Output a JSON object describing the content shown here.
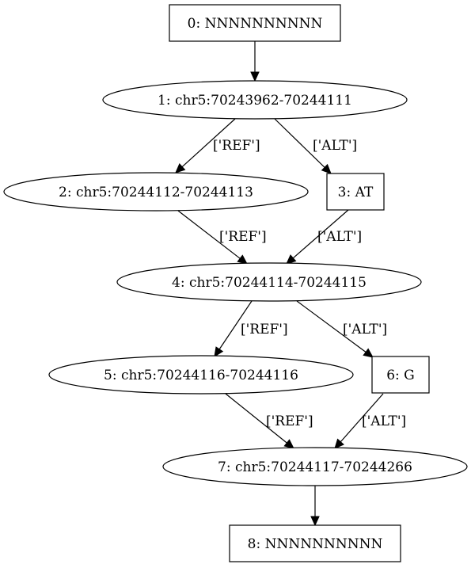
{
  "graph": {
    "nodes": [
      {
        "id": "0",
        "label": "0: NNNNNNNNNN",
        "shape": "box"
      },
      {
        "id": "1",
        "label": "1: chr5:70243962-70244111",
        "shape": "ellipse"
      },
      {
        "id": "2",
        "label": "2: chr5:70244112-70244113",
        "shape": "ellipse"
      },
      {
        "id": "3",
        "label": "3: AT",
        "shape": "box"
      },
      {
        "id": "4",
        "label": "4: chr5:70244114-70244115",
        "shape": "ellipse"
      },
      {
        "id": "5",
        "label": "5: chr5:70244116-70244116",
        "shape": "ellipse"
      },
      {
        "id": "6",
        "label": "6: G",
        "shape": "box"
      },
      {
        "id": "7",
        "label": "7: chr5:70244117-70244266",
        "shape": "ellipse"
      },
      {
        "id": "8",
        "label": "8: NNNNNNNNNN",
        "shape": "box"
      }
    ],
    "edges": [
      {
        "from": "0",
        "to": "1",
        "label": ""
      },
      {
        "from": "1",
        "to": "2",
        "label": "['REF']"
      },
      {
        "from": "1",
        "to": "3",
        "label": "['ALT']"
      },
      {
        "from": "2",
        "to": "4",
        "label": "['REF']"
      },
      {
        "from": "3",
        "to": "4",
        "label": "['ALT']"
      },
      {
        "from": "4",
        "to": "5",
        "label": "['REF']"
      },
      {
        "from": "4",
        "to": "6",
        "label": "['ALT']"
      },
      {
        "from": "5",
        "to": "7",
        "label": "['REF']"
      },
      {
        "from": "6",
        "to": "7",
        "label": "['ALT']"
      },
      {
        "from": "7",
        "to": "8",
        "label": ""
      }
    ]
  }
}
